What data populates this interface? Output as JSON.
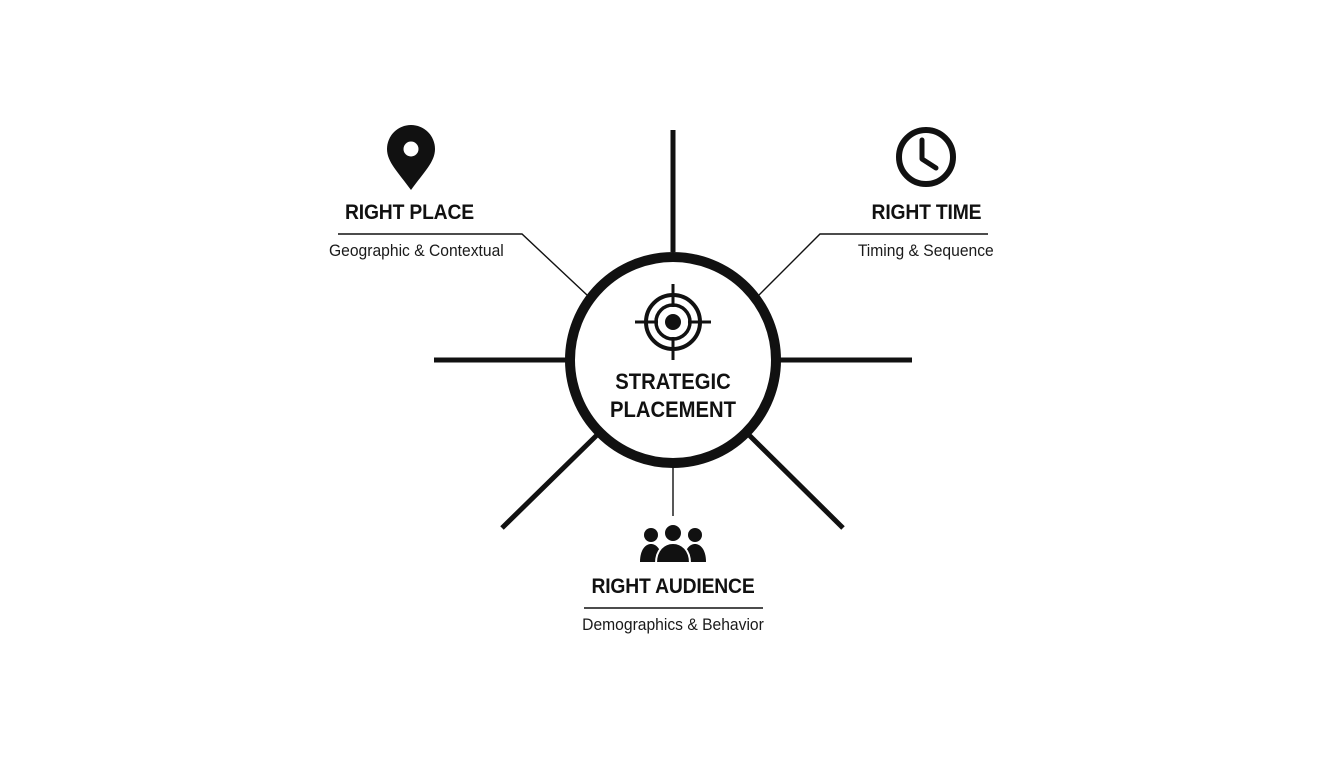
{
  "center": {
    "line1": "STRATEGIC",
    "line2": "PLACEMENT",
    "icon": "target-icon"
  },
  "nodes": {
    "place": {
      "title": "RIGHT PLACE",
      "subtitle": "Geographic & Contextual",
      "icon": "location-pin-icon"
    },
    "time": {
      "title": "RIGHT TIME",
      "subtitle": "Timing & Sequence",
      "icon": "clock-icon"
    },
    "audience": {
      "title": "RIGHT AUDIENCE",
      "subtitle": "Demographics & Behavior",
      "icon": "people-group-icon"
    }
  },
  "colors": {
    "ink": "#111111",
    "background": "#ffffff"
  }
}
